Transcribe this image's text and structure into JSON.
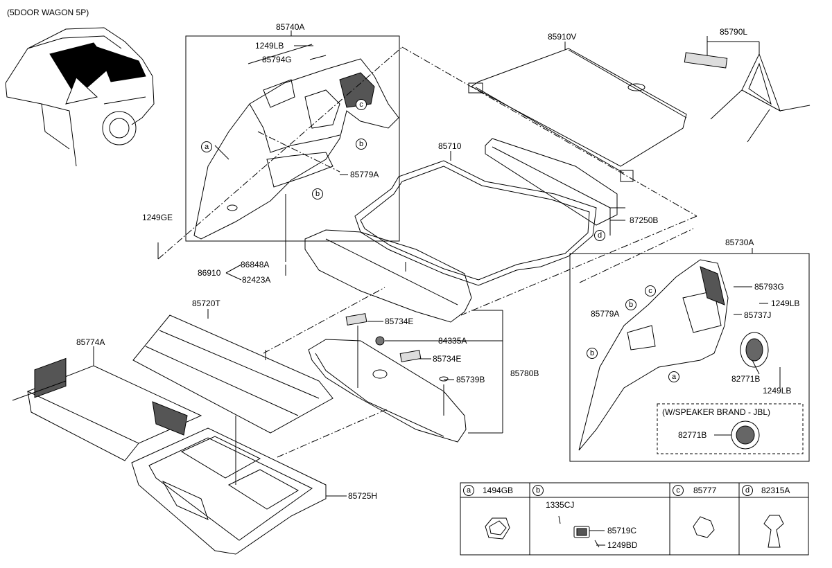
{
  "diagram_title": "(5DOOR WAGON 5P)",
  "parts": {
    "p85740A": "85740A",
    "p1249LB_top": "1249LB",
    "p85794G": "85794G",
    "p85910V": "85910V",
    "p85790L": "85790L",
    "p85710": "85710",
    "p85779A_left": "85779A",
    "p1249GE": "1249GE",
    "p87250B": "87250B",
    "p86910": "86910",
    "p86848A": "86848A",
    "p82423A": "82423A",
    "p85730A": "85730A",
    "p85793G": "85793G",
    "p1249LB_right1": "1249LB",
    "p85737J": "85737J",
    "p85779A_right": "85779A",
    "p82771B_1": "82771B",
    "p1249LB_right2": "1249LB",
    "p85720T": "85720T",
    "p85734E_1": "85734E",
    "p84335A": "84335A",
    "p85734E_2": "85734E",
    "p85739B": "85739B",
    "p85780B": "85780B",
    "p85774A": "85774A",
    "p85725H": "85725H",
    "jbl_note": "(W/SPEAKER BRAND - JBL)",
    "p82771B_2": "82771B"
  },
  "callouts": {
    "a": "a",
    "b": "b",
    "c": "c",
    "d": "d"
  },
  "legend": {
    "a": {
      "letter": "a",
      "part": "1494GB"
    },
    "b": {
      "letter": "b",
      "parts": [
        "1335CJ",
        "85719C",
        "1249BD"
      ]
    },
    "c": {
      "letter": "c",
      "part": "85777"
    },
    "d": {
      "letter": "d",
      "part": "82315A"
    }
  }
}
